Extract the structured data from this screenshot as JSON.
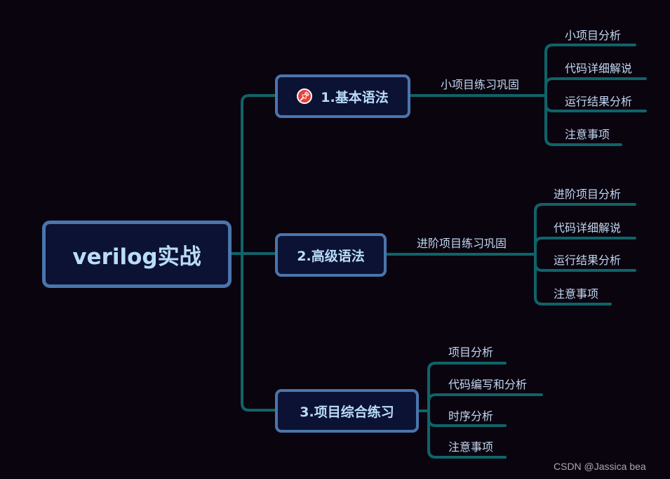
{
  "mindmap": {
    "root": {
      "label": "verilog实战"
    },
    "branches": [
      {
        "label": "1.基本语法",
        "icon": "pushpin-icon",
        "connector_label": "小项目练习巩固",
        "children": [
          "小项目分析",
          "代码详细解说",
          "运行结果分析",
          "注意事项"
        ]
      },
      {
        "label": "2.高级语法",
        "connector_label": "进阶项目练习巩固",
        "children": [
          "进阶项目分析",
          "代码详细解说",
          "运行结果分析",
          "注意事项"
        ]
      },
      {
        "label": "3.项目综合练习",
        "children": [
          "项目分析",
          "代码编写和分析",
          "时序分析",
          "注意事项"
        ]
      }
    ]
  },
  "colors": {
    "background": "#0a040f",
    "node_fill": "#0c1233",
    "node_border": "#4a75ad",
    "node_text": "#b9dcfa",
    "connector": "#0f6468",
    "leaf_text": "#c3d7f0",
    "pin_icon": "#e8413a"
  },
  "watermark": "CSDN @Jassica bea"
}
